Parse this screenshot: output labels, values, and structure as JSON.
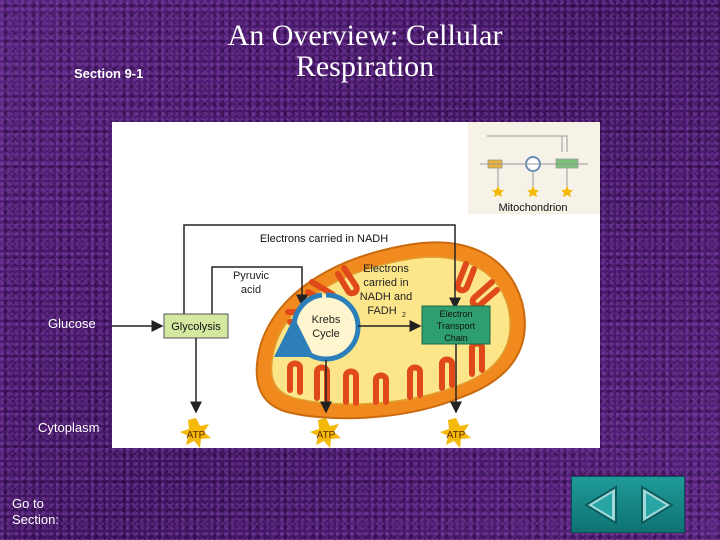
{
  "slide": {
    "title": "An Overview:  Cellular\nRespiration",
    "section_label": "Section 9-1"
  },
  "side_labels": {
    "glucose": "Glucose",
    "cytoplasm": "Cytoplasm"
  },
  "diagram": {
    "mitochondrion_label": "Mitochondrion",
    "nadh_label": "Electrons carried in NADH",
    "pyruvic_line1": "Pyruvic",
    "pyruvic_line2": "acid",
    "glycolysis_label": "Glycolysis",
    "krebs_line1": "Krebs",
    "krebs_line2": "Cycle",
    "fadh_line1": "Electrons",
    "fadh_line2": "carried in",
    "fadh_line3": "NADH and",
    "fadh_line4": "FADH",
    "fadh_sub": "2",
    "etc_line1": "Electron",
    "etc_line2": "Transport",
    "etc_line3": "Chain",
    "atp_1": "ATP",
    "atp_2": "ATP",
    "atp_3": "ATP"
  },
  "nav": {
    "goto_label": "Go to\nSection:"
  },
  "colors": {
    "background": "#4b1a6b",
    "glycolysis_box": "#d5e8a0",
    "etc_box": "#2e9e6e",
    "mito_outer": "#f08a1e",
    "mito_inner": "#fde68a",
    "krebs_cycle": "#2c7fb8",
    "atp_star": "#f5b90a",
    "nav_button": "#1f9a9a"
  }
}
